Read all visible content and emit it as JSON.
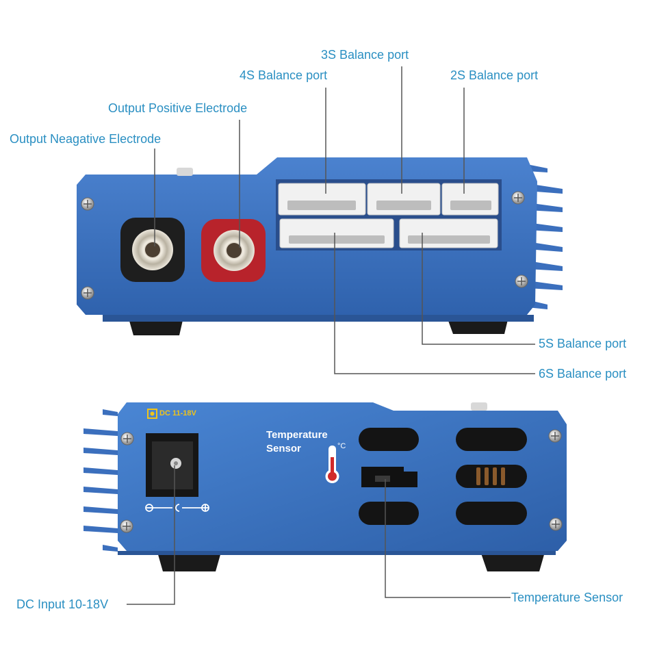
{
  "colors": {
    "callout_text": "#2a8fc2",
    "leader_line": "#555555",
    "device_blue": "#3f74c2",
    "device_blue_dark": "#2c5aa0",
    "connector_white": "#f1f1f1",
    "terminal_red": "#c0282e",
    "terminal_black": "#1e1e1e"
  },
  "top_view": {
    "callouts": {
      "output_negative": "Output Neagative Electrode",
      "output_positive": "Output Positive Electrode",
      "balance_4s": "4S Balance port",
      "balance_3s": "3S Balance port",
      "balance_2s": "2S Balance port",
      "balance_5s": "5S Balance port",
      "balance_6s": "6S Balance port"
    }
  },
  "bottom_view": {
    "panel_print": {
      "dc_rating": "DC 11-18V",
      "temperature_line1": "Temperature",
      "temperature_line2": "Sensor",
      "celsius": "°C"
    },
    "callouts": {
      "dc_input": "DC Input 10-18V",
      "temperature_sensor": "Temperature Sensor"
    }
  }
}
